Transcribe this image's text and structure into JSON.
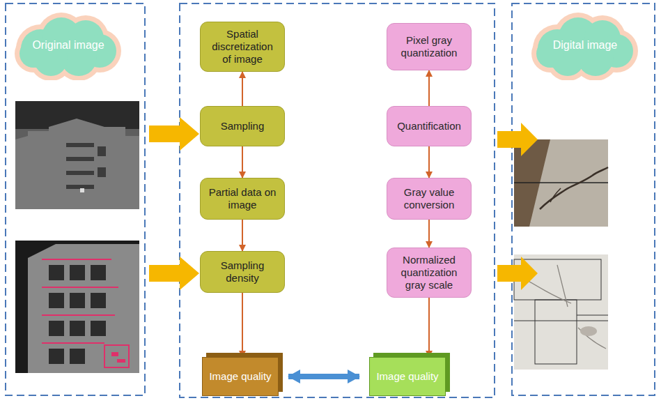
{
  "diagram": {
    "nodes": [
      {
        "text": [
          "Original image"
        ]
      },
      {
        "text": [
          "Spatial discretization of image"
        ]
      },
      {
        "text": [
          "Pixel gray quantization"
        ]
      },
      {
        "text": [
          "Sampling"
        ]
      },
      {
        "text": [
          "Quantification"
        ]
      },
      {
        "text": [
          "Partial data on image"
        ]
      },
      {
        "text": [
          "Gray value conversion"
        ]
      },
      {
        "text": [
          "Sampling density"
        ]
      },
      {
        "text": [
          "Normalized quantization gray scale"
        ]
      },
      {
        "text": [
          "Image quality"
        ]
      },
      {
        "text": [
          "Image quality"
        ]
      },
      {
        "text": [
          "Digital image"
        ]
      }
    ],
    "edges": [
      {
        "from": 3,
        "to": 1,
        "arrow": "to"
      },
      {
        "from": 3,
        "to": 5,
        "arrow": "to"
      },
      {
        "from": 4,
        "to": 2,
        "arrow": "to"
      },
      {
        "from": 4,
        "to": 6,
        "arrow": "to"
      },
      {
        "from": 5,
        "to": 7,
        "arrow": "to"
      },
      {
        "from": 6,
        "to": 8,
        "arrow": "to"
      },
      {
        "from": 7,
        "to": 9,
        "arrow": "to"
      },
      {
        "from": 8,
        "to": 10,
        "arrow": "to"
      },
      {
        "from": 9,
        "to": 10,
        "arrow": "both"
      }
    ]
  }
}
